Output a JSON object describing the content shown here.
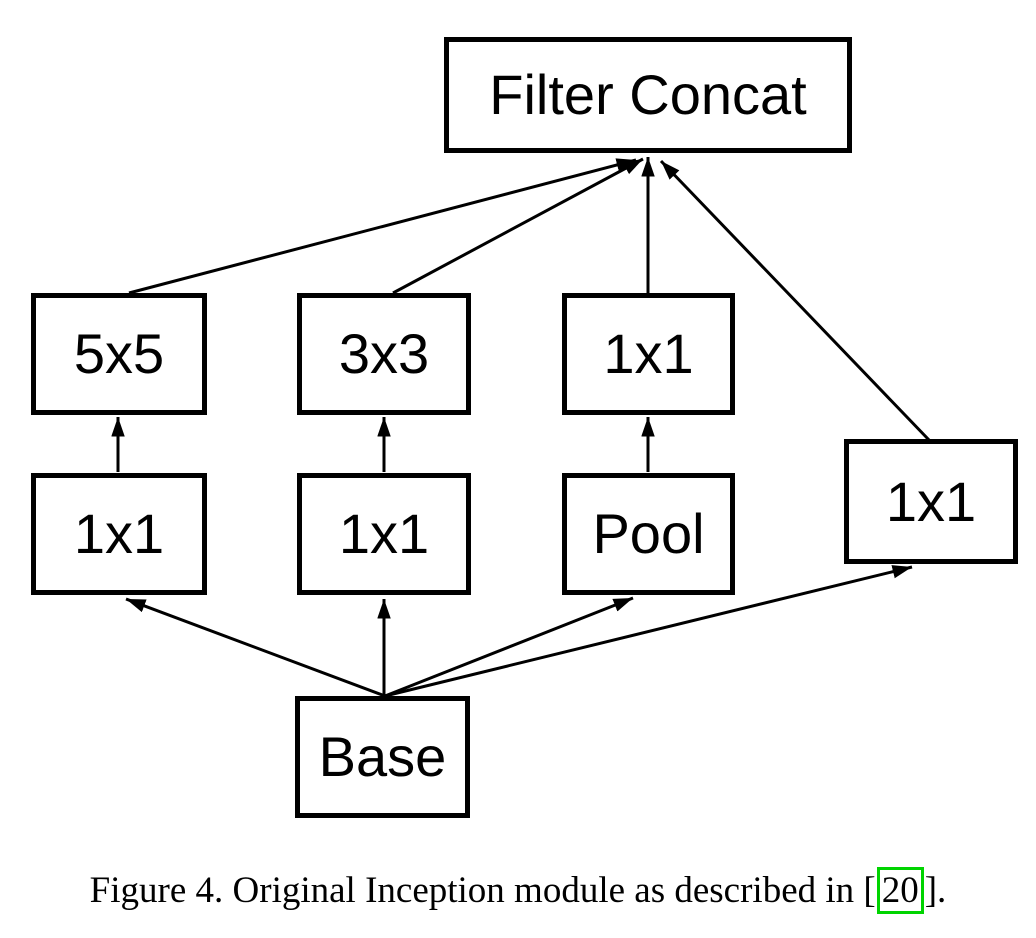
{
  "figure": {
    "caption": {
      "prefix": "Figure 4. Original Inception module as described in [",
      "citation": "20",
      "suffix": "]."
    }
  },
  "diagram": {
    "nodes": [
      {
        "id": "filter-concat",
        "label": "Filter Concat"
      },
      {
        "id": "conv-5x5",
        "label": "5x5"
      },
      {
        "id": "conv-3x3",
        "label": "3x3"
      },
      {
        "id": "conv-1x1-branch",
        "label": "1x1"
      },
      {
        "id": "reduce-1x1-left",
        "label": "1x1"
      },
      {
        "id": "reduce-1x1-mid",
        "label": "1x1"
      },
      {
        "id": "pool",
        "label": "Pool"
      },
      {
        "id": "proj-1x1-right",
        "label": "1x1"
      },
      {
        "id": "base",
        "label": "Base"
      }
    ],
    "edges": [
      {
        "from": "base",
        "to": "reduce-1x1-left"
      },
      {
        "from": "base",
        "to": "reduce-1x1-mid"
      },
      {
        "from": "base",
        "to": "pool"
      },
      {
        "from": "base",
        "to": "proj-1x1-right"
      },
      {
        "from": "reduce-1x1-left",
        "to": "conv-5x5"
      },
      {
        "from": "reduce-1x1-mid",
        "to": "conv-3x3"
      },
      {
        "from": "pool",
        "to": "conv-1x1-branch"
      },
      {
        "from": "conv-5x5",
        "to": "filter-concat"
      },
      {
        "from": "conv-3x3",
        "to": "filter-concat"
      },
      {
        "from": "conv-1x1-branch",
        "to": "filter-concat"
      },
      {
        "from": "proj-1x1-right",
        "to": "filter-concat"
      }
    ]
  },
  "colors": {
    "stroke": "#000000",
    "background": "#ffffff",
    "citation_link_box": "#00d400"
  }
}
